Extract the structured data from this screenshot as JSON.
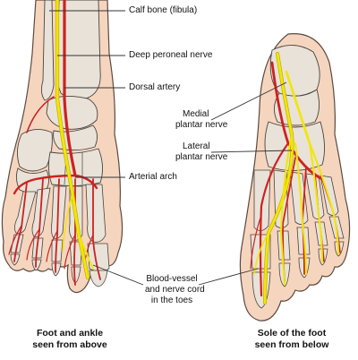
{
  "labels": {
    "fibula": "Calf bone (fibula)",
    "deep_peroneal": "Deep peroneal nerve",
    "dorsal_artery": "Dorsal artery",
    "medial_plantar": [
      "Medial",
      "plantar nerve"
    ],
    "lateral_plantar": [
      "Lateral",
      "plantar nerve"
    ],
    "arterial_arch": "Arterial arch",
    "toe_cord": [
      "Blood-vessel",
      "and nerve cord",
      "in the toes"
    ]
  },
  "captions": {
    "left": [
      "Foot and ankle",
      "seen from above"
    ],
    "right": [
      "Sole of the foot",
      "seen from below"
    ]
  },
  "colors": {
    "skin": "#f6d5bf",
    "skin_outline": "#5a4a40",
    "bone": "#e8e2d8",
    "bone_outline": "#4a4440",
    "artery": "#cc2222",
    "nerve": "#f2e600",
    "nerve_outline": "#b9a500",
    "leader": "#333333"
  }
}
